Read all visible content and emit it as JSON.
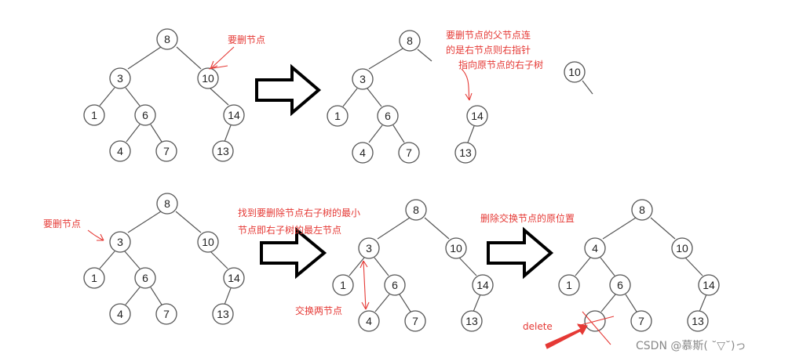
{
  "trees": {
    "t1": {
      "values": [
        "8",
        "3",
        "10",
        "1",
        "6",
        "14",
        "4",
        "7",
        "13"
      ]
    },
    "t2": {
      "values": [
        "8",
        "3",
        "1",
        "6",
        "14",
        "4",
        "7",
        "13"
      ],
      "detached": "10"
    },
    "t3": {
      "values": [
        "8",
        "3",
        "10",
        "1",
        "6",
        "14",
        "4",
        "7",
        "13"
      ]
    },
    "t4": {
      "values": [
        "8",
        "3",
        "10",
        "1",
        "6",
        "14",
        "4",
        "7",
        "13"
      ]
    },
    "t5": {
      "values": [
        "8",
        "10",
        "1",
        "6",
        "14",
        "7",
        "13"
      ],
      "faded": "4"
    }
  },
  "annotations": {
    "a1": "要删节点",
    "a2_l1": "要删节点的父节点连",
    "a2_l2": "的是右节点则右指针",
    "a2_l3": "指向原节点的右子树",
    "a3": "要删节点",
    "a4_l1": "找到要删除节点右子树的最小",
    "a4_l2": "节点即右子树的最左节点",
    "a5": "交换两节点",
    "a6": "删除交换节点的原位置",
    "a7": "delete"
  },
  "watermark": "CSDN @慕斯( ˘▽˘)っ",
  "colors": {
    "annotation": "#e53935",
    "node_stroke": "#555555",
    "arrow": "#000000"
  }
}
